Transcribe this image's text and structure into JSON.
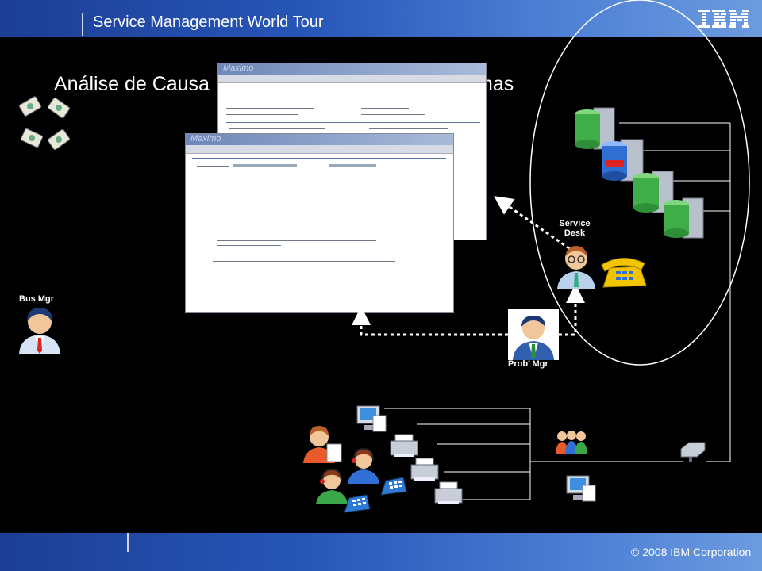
{
  "header": {
    "title": "Service Management World Tour",
    "logo": "IBM"
  },
  "slide": {
    "title_visible": "Análise de Causa",
    "title_tail": "mas"
  },
  "windows": {
    "app_label": "Maximo"
  },
  "labels": {
    "service_desk": "Service\nDesk",
    "bus_mgr": "Bus Mgr",
    "prob_mgr": "Prob’ Mgr"
  },
  "footer": {
    "copyright": "© 2008 IBM Corporation"
  },
  "icons": [
    "money-bills-icon",
    "server-icon",
    "user-icon",
    "telephone-icon",
    "printer-icon",
    "monitor-icon",
    "group-icon",
    "router-icon"
  ],
  "colors": {
    "brand_blue": "#1c3f95",
    "server_green": "#3fae49",
    "server_blue": "#2e6fd1",
    "accent_red": "#d22"
  }
}
